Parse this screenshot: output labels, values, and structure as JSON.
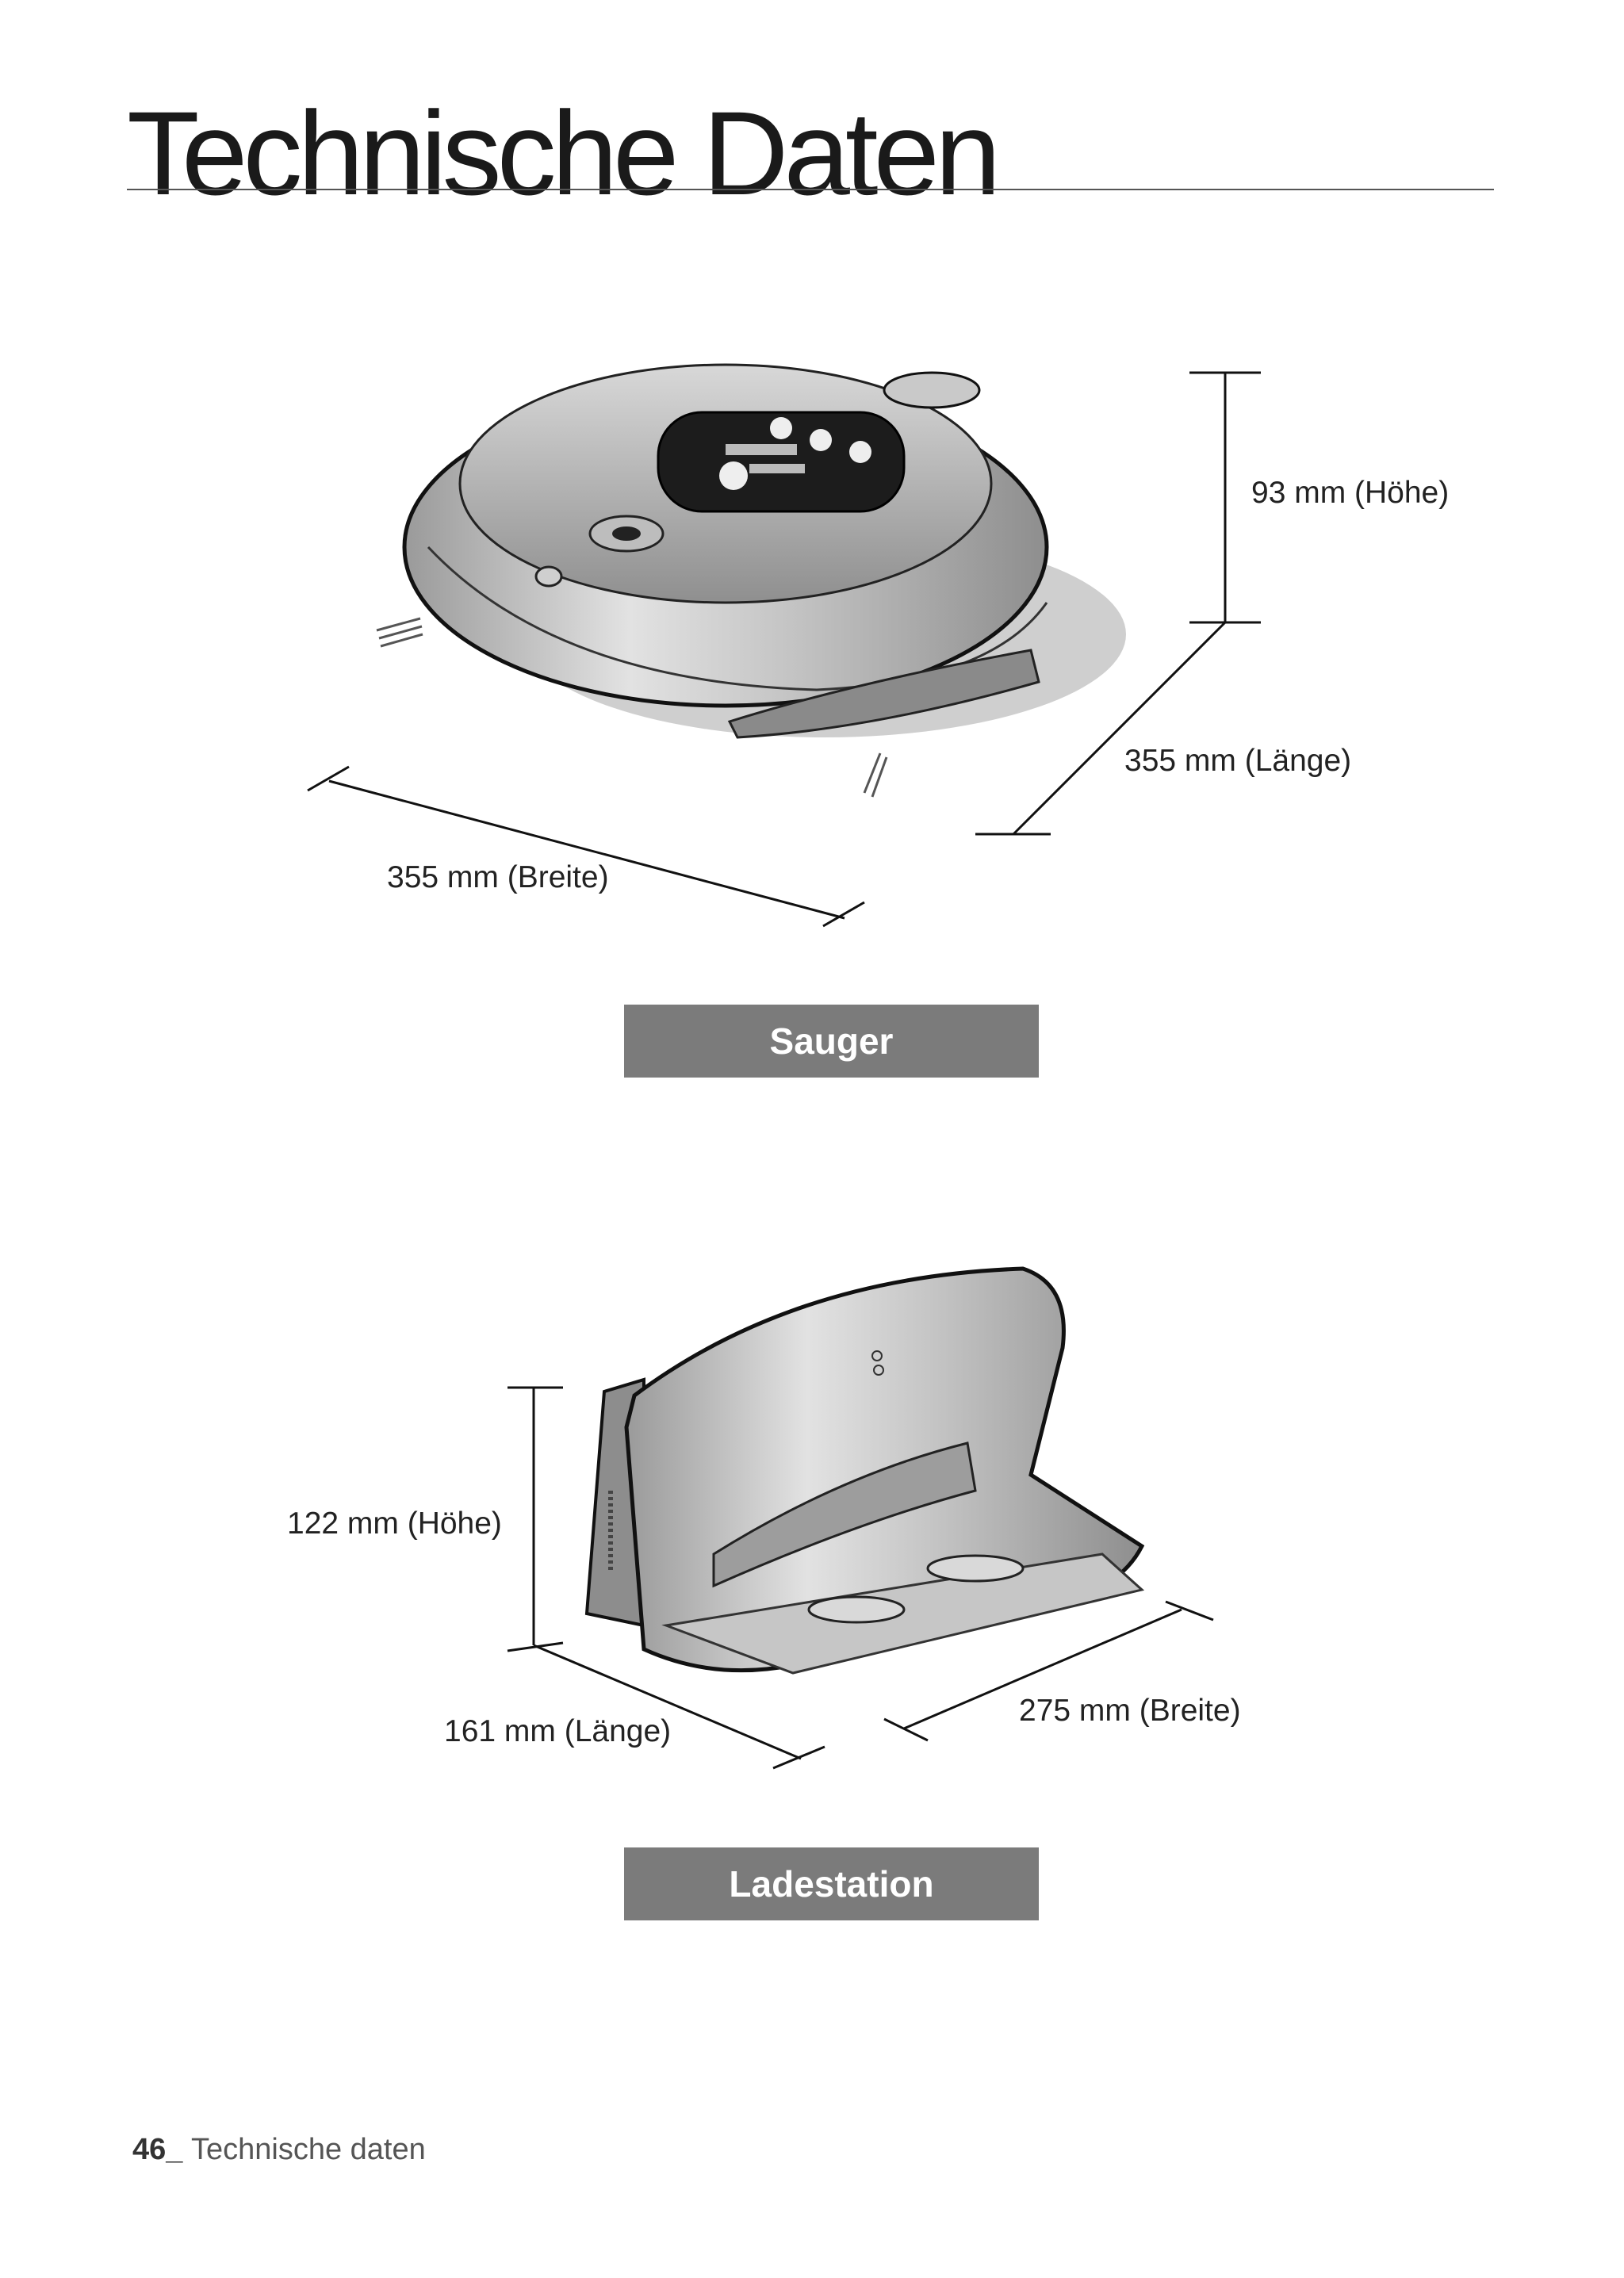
{
  "header": {
    "title": "Technische Daten"
  },
  "vacuum": {
    "caption": "Sauger",
    "height_label": "93 mm (Höhe)",
    "length_label": "355 mm (Länge)",
    "width_label": "355 mm (Breite)"
  },
  "station": {
    "caption": "Ladestation",
    "height_label": "122 mm (Höhe)",
    "length_label": "161 mm (Länge)",
    "width_label": "275 mm (Breite)"
  },
  "footer": {
    "page_number": "46",
    "separator": "_ ",
    "section": "Technische daten"
  },
  "colors": {
    "caption_bg": "#7b7b7b",
    "text": "#1a1a1a",
    "product_fill": "#b9b9b9"
  }
}
